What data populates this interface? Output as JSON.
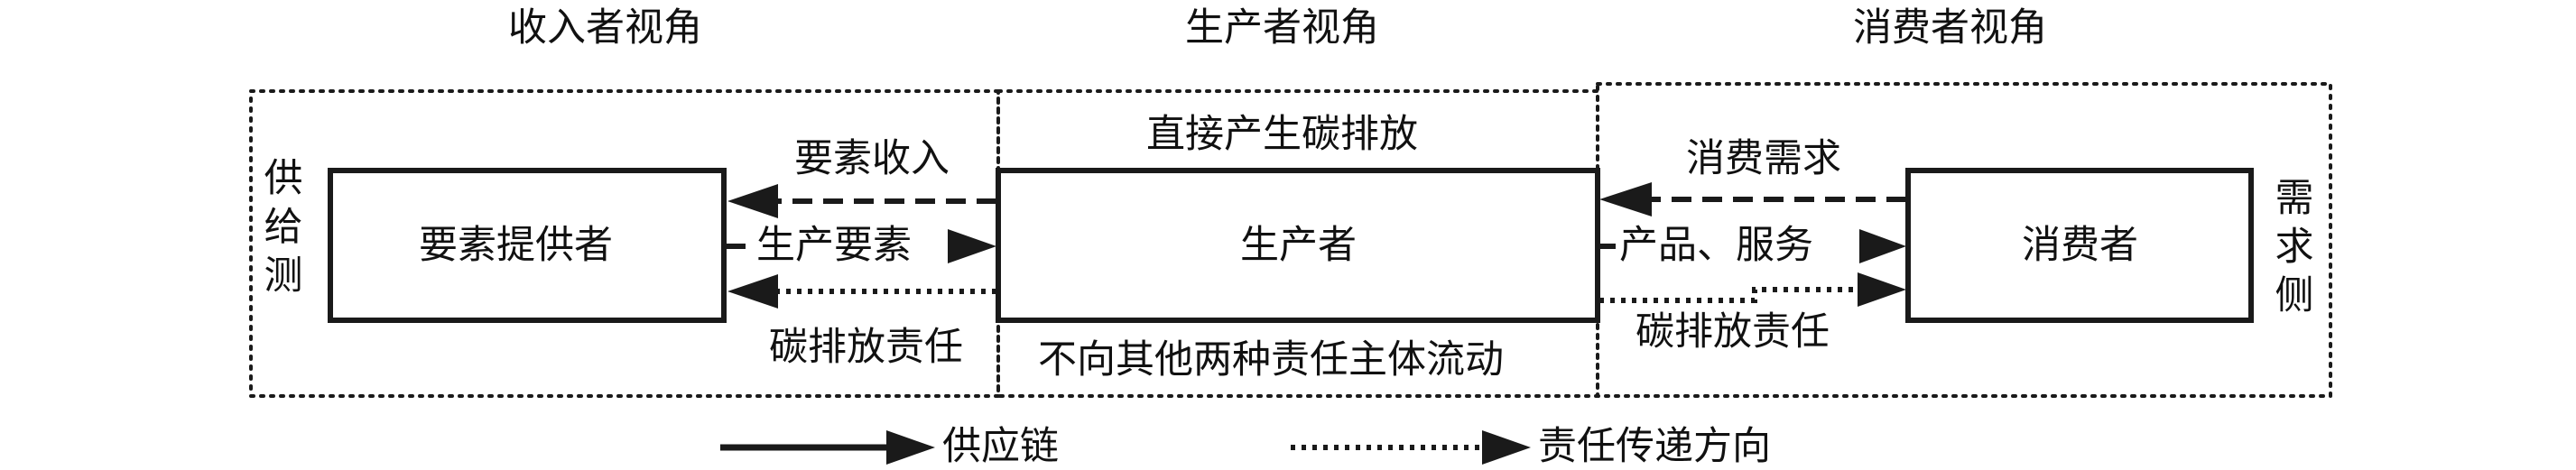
{
  "perspectives": {
    "income": "收入者视角",
    "producer": "生产者视角",
    "consumer": "消费者视角"
  },
  "nodes": {
    "factor_provider": "要素提供者",
    "producer": "生产者",
    "consumer": "消费者"
  },
  "side_labels": {
    "supply": [
      "供",
      "给",
      "测"
    ],
    "demand": [
      "需",
      "求",
      "侧"
    ]
  },
  "flows": {
    "factor_income": "要素收入",
    "production_factors": "生产要素",
    "carbon_responsibility_left": "碳排放责任",
    "consumption_demand": "消费需求",
    "products_services": "产品、服务",
    "carbon_responsibility_right": "碳排放责任"
  },
  "annotations": {
    "direct_emission": "直接产生碳排放",
    "no_transfer": "不向其他两种责任主体流动"
  },
  "legend": {
    "supply_chain": "供应链",
    "responsibility_direction": "责任传递方向"
  },
  "colors": {
    "ink": "#1a1a1a",
    "background": "#ffffff"
  }
}
